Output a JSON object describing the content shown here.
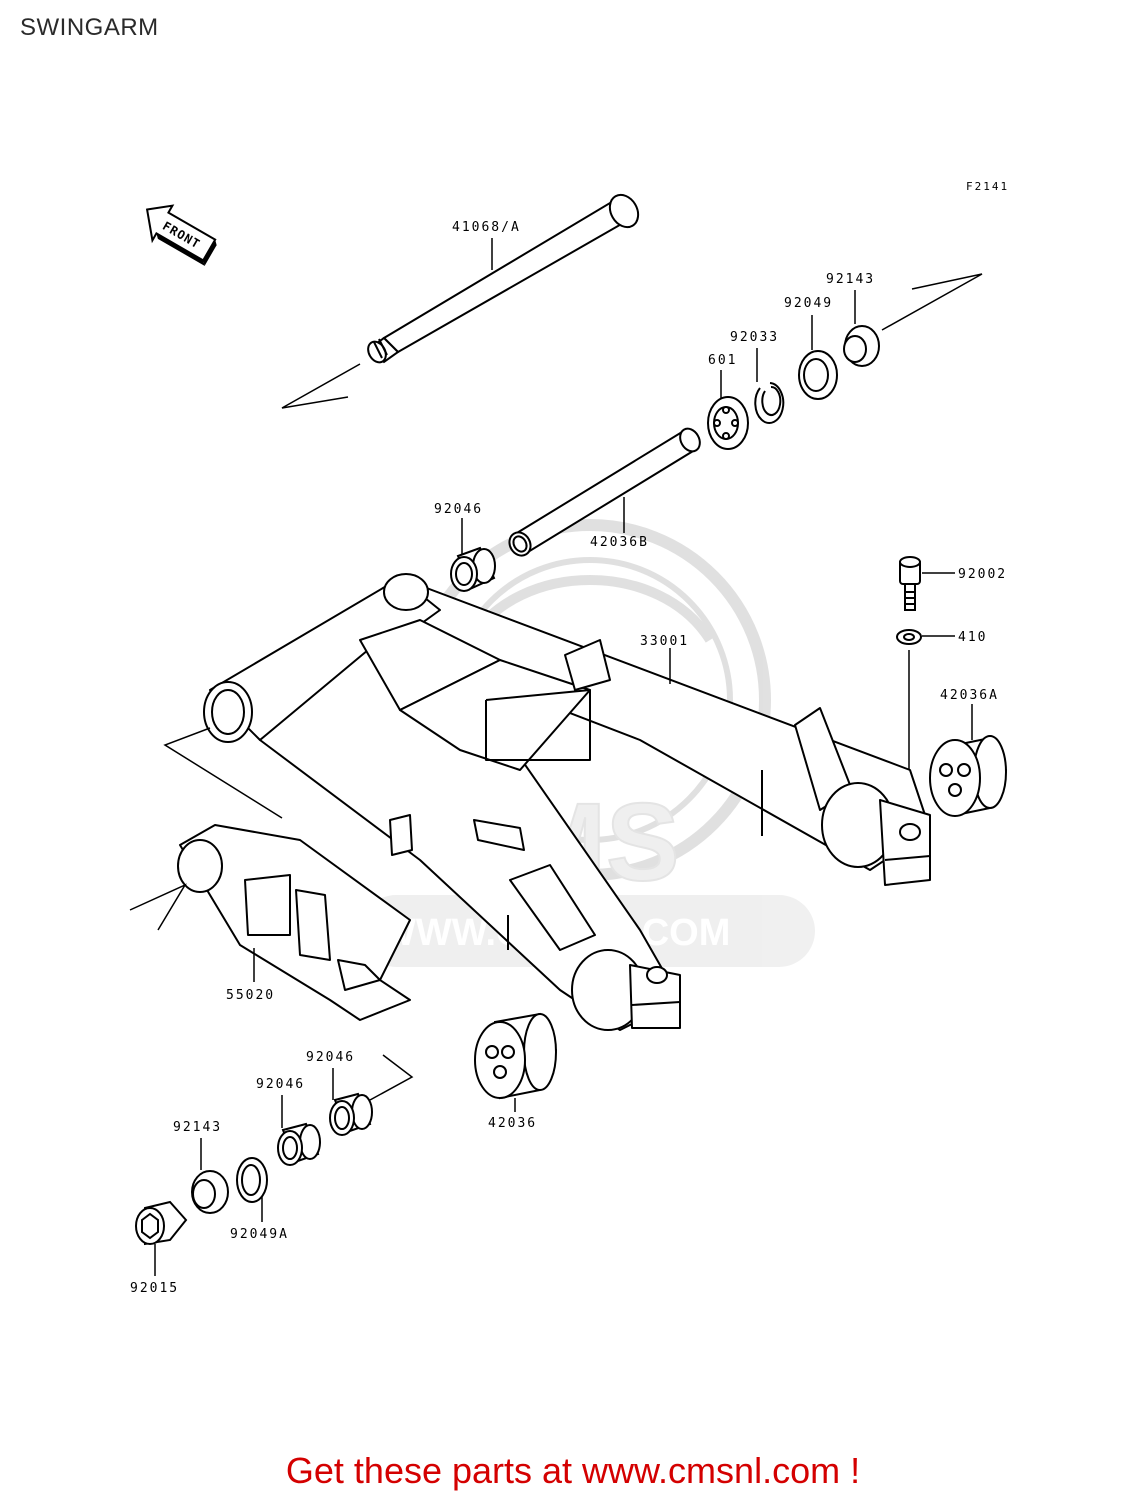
{
  "page": {
    "title": "SWINGARM",
    "figure_code": "F2141",
    "front_arrow_label": "FRONT",
    "watermark_logo": "CMS",
    "watermark_url": "WWW.CMSNL.COM",
    "promo_text": "Get these parts at www.cmsnl.com !",
    "promo_color": "#d40000"
  },
  "parts": {
    "p41068A": "41068/A",
    "p92143_top": "92143",
    "p92049": "92049",
    "p92033": "92033",
    "p601": "601",
    "p92046_top": "92046",
    "p42036B": "42036B",
    "p92002": "92002",
    "p410": "410",
    "p33001": "33001",
    "p42036A": "42036A",
    "p55020": "55020",
    "p92046_a": "92046",
    "p92046_b": "92046",
    "p42036": "42036",
    "p92143_bottom": "92143",
    "p92049A": "92049A",
    "p92015": "92015"
  }
}
